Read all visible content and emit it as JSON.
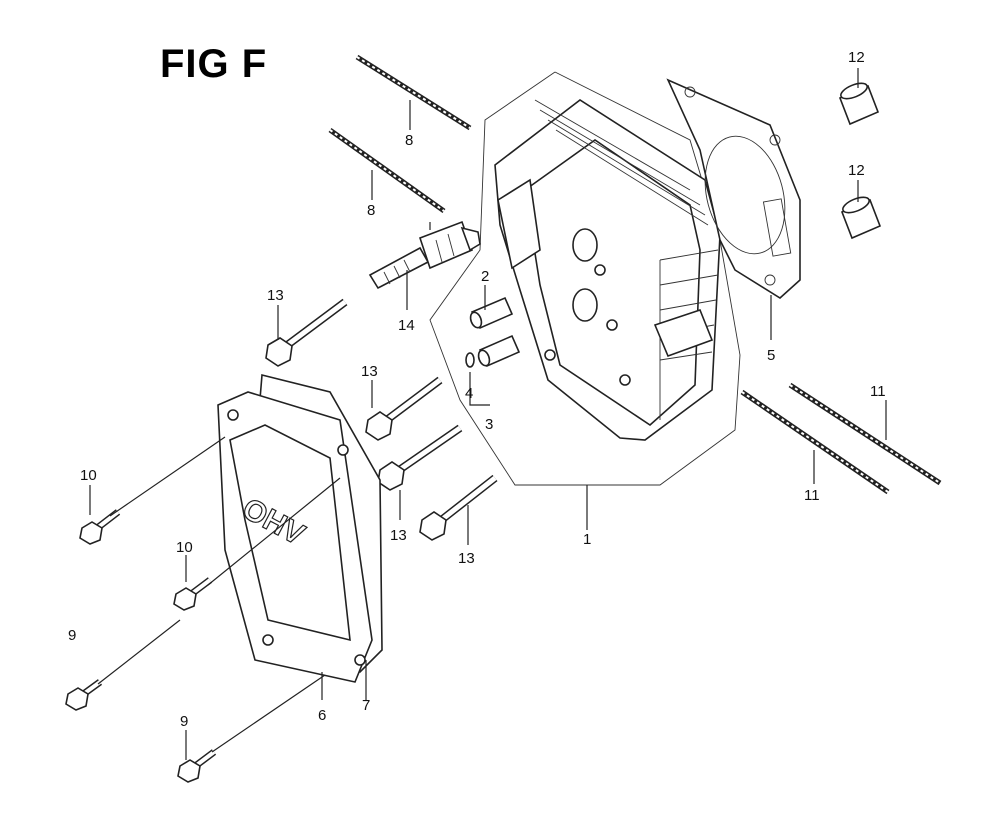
{
  "figure": {
    "title": "FIG F"
  },
  "callouts": [
    "1",
    "2",
    "3",
    "4",
    "5",
    "6",
    "7",
    "8",
    "8",
    "9",
    "9",
    "10",
    "10",
    "11",
    "11",
    "12",
    "12",
    "13",
    "13",
    "13",
    "13",
    "14"
  ],
  "cover_text": "OHV"
}
